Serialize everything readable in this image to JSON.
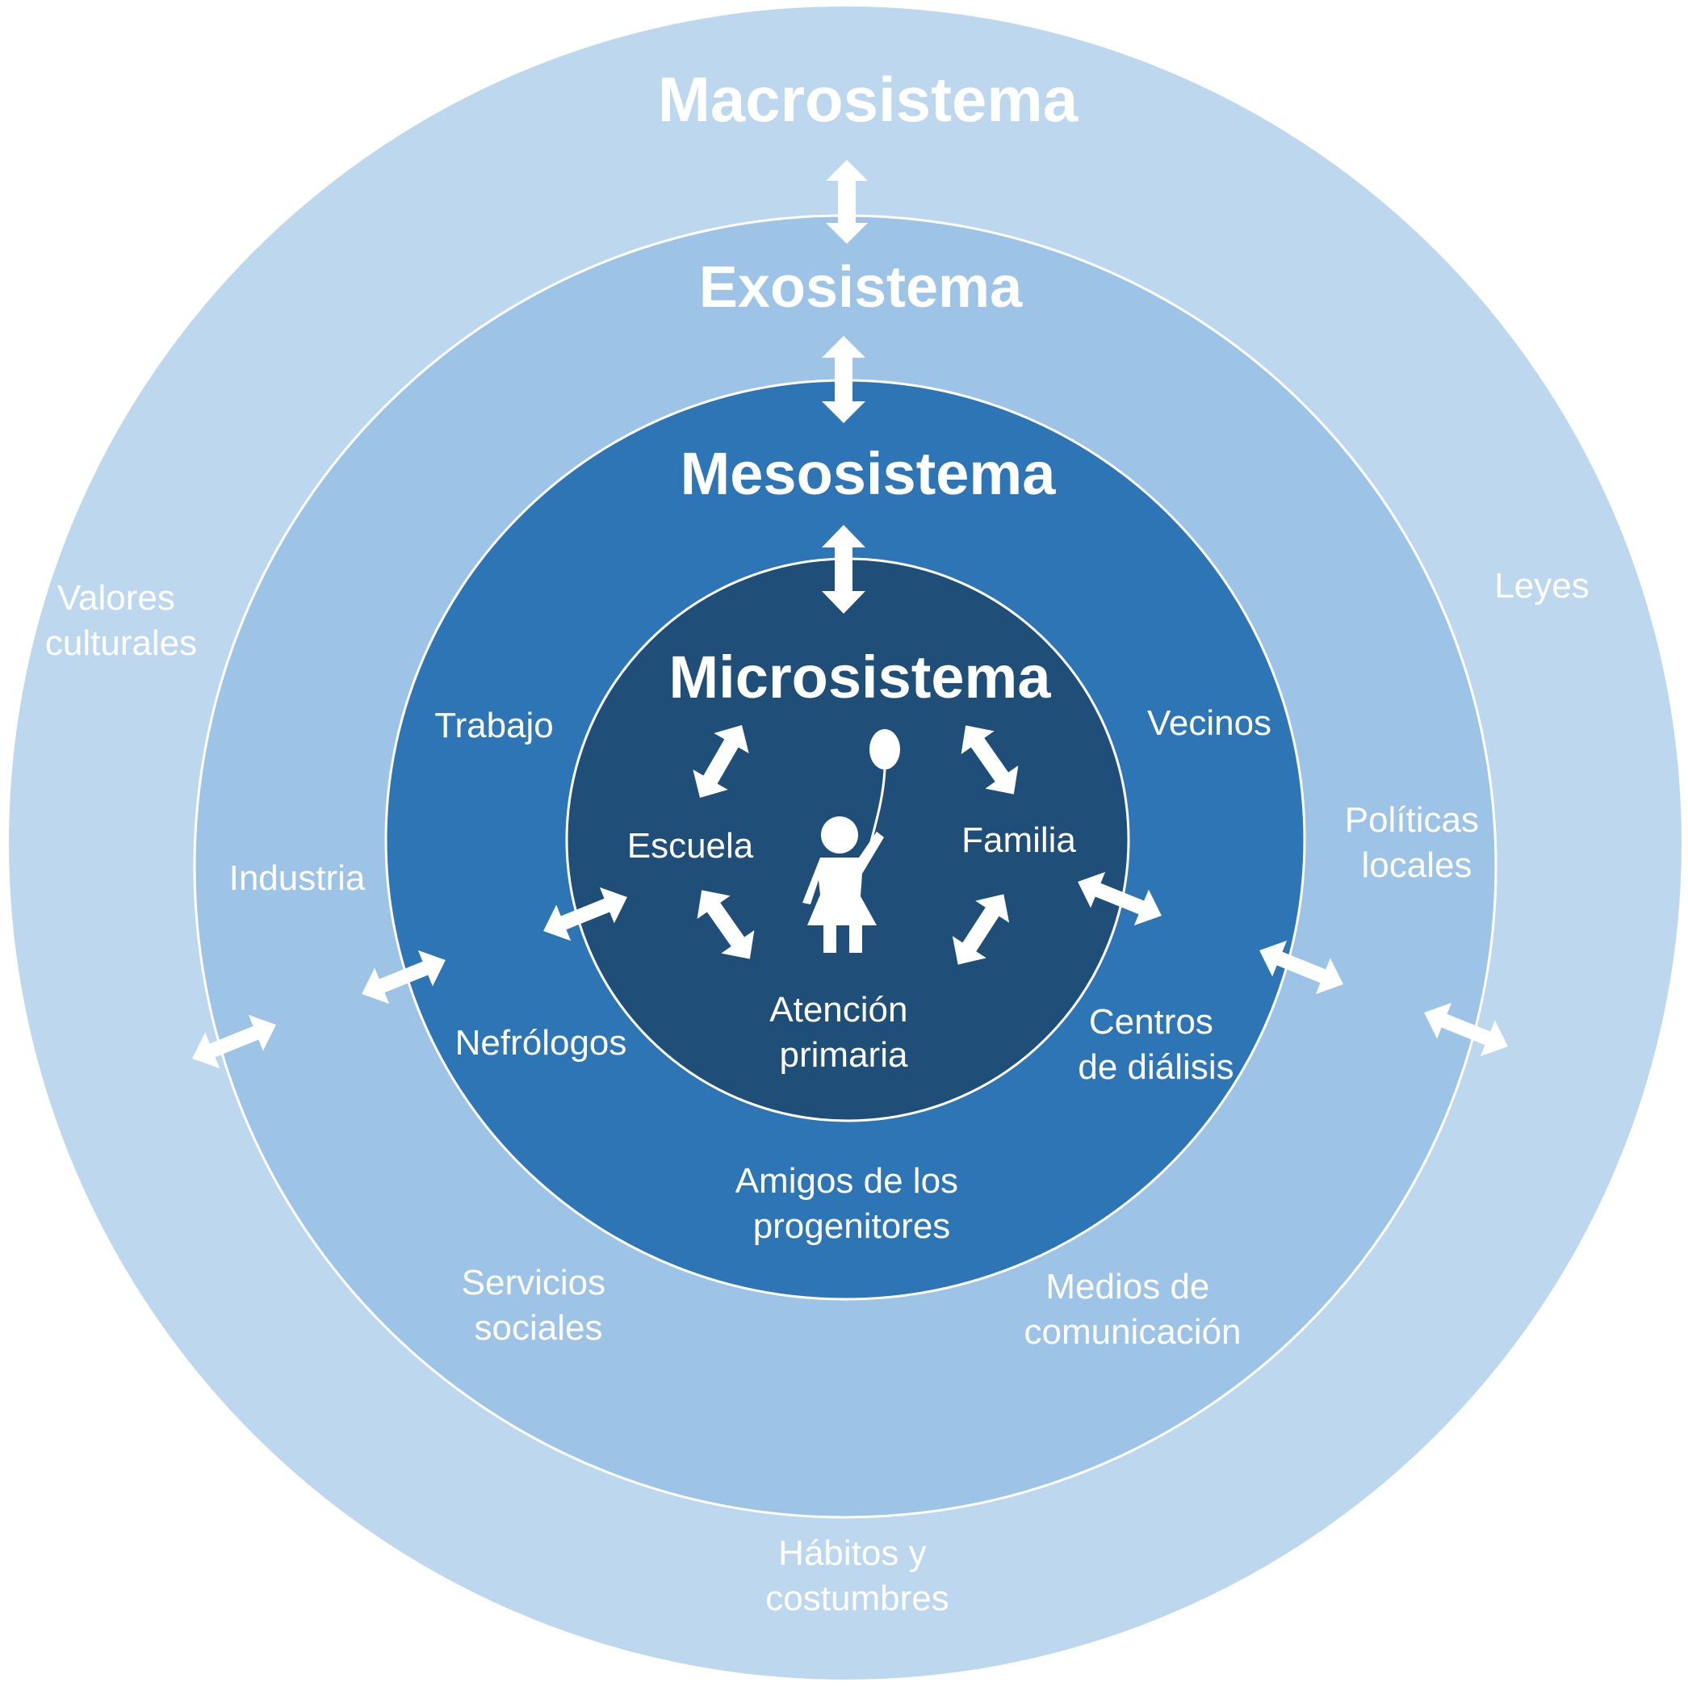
{
  "colors": {
    "macro": "#bdd7ee",
    "exo": "#9dc3e6",
    "meso": "#2e75b6",
    "micro": "#1f4e79",
    "ring_line": "#ffffff",
    "text": "#ffffff"
  },
  "titles": {
    "macro": "Macrosistema",
    "exo": "Exosistema",
    "meso": "Mesosistema",
    "micro": "Microsistema"
  },
  "labels": {
    "valores": [
      "Valores",
      "culturales"
    ],
    "leyes": [
      "Leyes"
    ],
    "habitos": [
      "Hábitos y",
      "costumbres"
    ],
    "industria": [
      "Industria"
    ],
    "politicas": [
      "Políticas",
      "locales"
    ],
    "servicios": [
      "Servicios",
      "sociales"
    ],
    "medios": [
      "Medios de",
      "comunicación"
    ],
    "trabajo": [
      "Trabajo"
    ],
    "vecinos": [
      "Vecinos"
    ],
    "nefrologos": [
      "Nefrólogos"
    ],
    "centros": [
      "Centros",
      "de diálisis"
    ],
    "amigos": [
      "Amigos de los",
      "progenitores"
    ],
    "escuela": [
      "Escuela"
    ],
    "familia": [
      "Familia"
    ],
    "atencion": [
      "Atención",
      "primaria"
    ]
  },
  "icons": [
    "double-arrow-icon",
    "child-with-balloon-icon"
  ]
}
